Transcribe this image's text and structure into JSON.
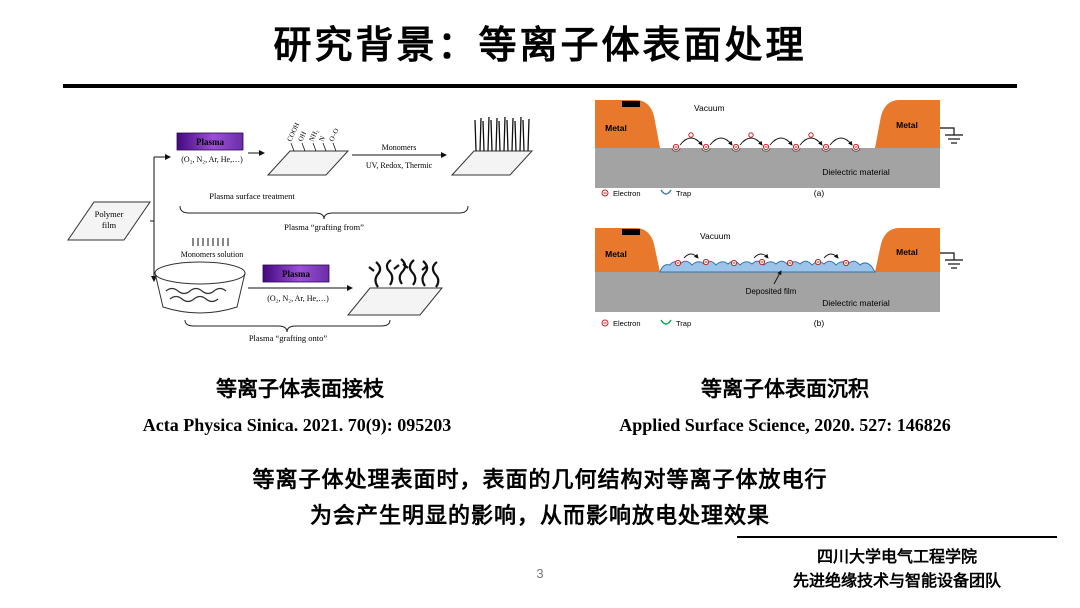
{
  "slide": {
    "title": "研究背景：等离子体表面处理",
    "page_number": "3",
    "statement": {
      "line1": "等离子体处理表面时，表面的几何结构对等离子体放电行",
      "line2": "为会产生明显的影响，从而影响放电处理效果"
    },
    "footer": {
      "line1": "四川大学电气工程学院",
      "line2": "先进绝缘技术与智能设备团队"
    }
  },
  "left_figure": {
    "caption": "等离子体表面接枝",
    "reference": "Acta Physica Sinica. 2021. 70(9): 095203",
    "polymer_film_line1": "Polymer",
    "polymer_film_line2": "film",
    "plasma_top": "Plasma",
    "plasma_bottom": "Plasma",
    "gases_top": "(O₂, N₂, Ar, He,…)",
    "gases_bottom": "(O₂, N₂, Ar, He,…)",
    "groups": [
      "COOH",
      "OH",
      "NH₂",
      "N",
      "O–O"
    ],
    "monomers": "Monomers",
    "uv_redox_thermic": "UV, Redox, Thermic",
    "plasma_surface_treatment": "Plasma surface treatment",
    "grafting_from": "Plasma  “grafting from”",
    "monomers_solution": "Monomers solution",
    "grafting_onto": "Plasma  “grafting onto”"
  },
  "right_figure": {
    "caption": "等离子体表面沉积",
    "reference": "Applied Surface Science, 2020. 527: 146826",
    "vacuum_a": "Vacuum",
    "vacuum_b": "Vacuum",
    "metal_a_left": "Metal",
    "metal_a_right": "Metal",
    "metal_b_left": "Metal",
    "metal_b_right": "Metal",
    "dielectric_a": "Dielectric material",
    "dielectric_b": "Dielectric material",
    "deposited_film": "Deposited film",
    "electron_a": "Electron",
    "trap_a": "Trap",
    "electron_b": "Electron",
    "trap_b": "Trap",
    "panel_a": "(a)",
    "panel_b": "(b)"
  },
  "colors": {
    "metal_orange": "#e8782c",
    "dielectric_gray": "#a3a3a3",
    "plasma_purple_dark": "#43087e",
    "plasma_purple_light": "#9b4fd6",
    "deposited_film_blue": "#9cc3e8",
    "electron_red": "#cf2020",
    "trap_blue": "#4472c4",
    "trap_green": "#00a650"
  }
}
